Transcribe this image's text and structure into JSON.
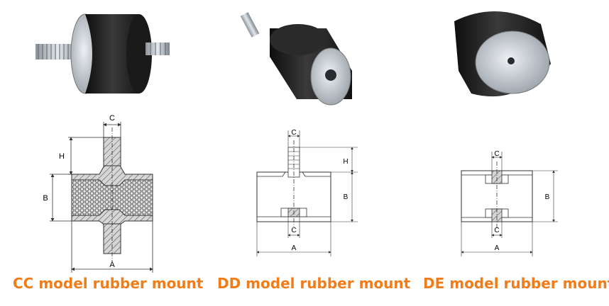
{
  "colors": {
    "caption": "#f07d1a",
    "rubber": "#1c1c1c",
    "metal": "#b9c0c7",
    "line": "#333333"
  },
  "models": [
    {
      "id": "cc",
      "caption": "CC model rubber mount",
      "dims": {
        "c": "C",
        "h": "H",
        "b": "B",
        "a": "A"
      }
    },
    {
      "id": "dd",
      "caption": "DD model rubber mount",
      "dims": {
        "c_top": "C",
        "h": "H",
        "b": "B",
        "c_bottom": "C",
        "a": "A"
      }
    },
    {
      "id": "de",
      "caption": "DE model rubber mount",
      "dims": {
        "c_top": "C",
        "b": "B",
        "c_bottom": "C",
        "a": "A"
      }
    }
  ]
}
